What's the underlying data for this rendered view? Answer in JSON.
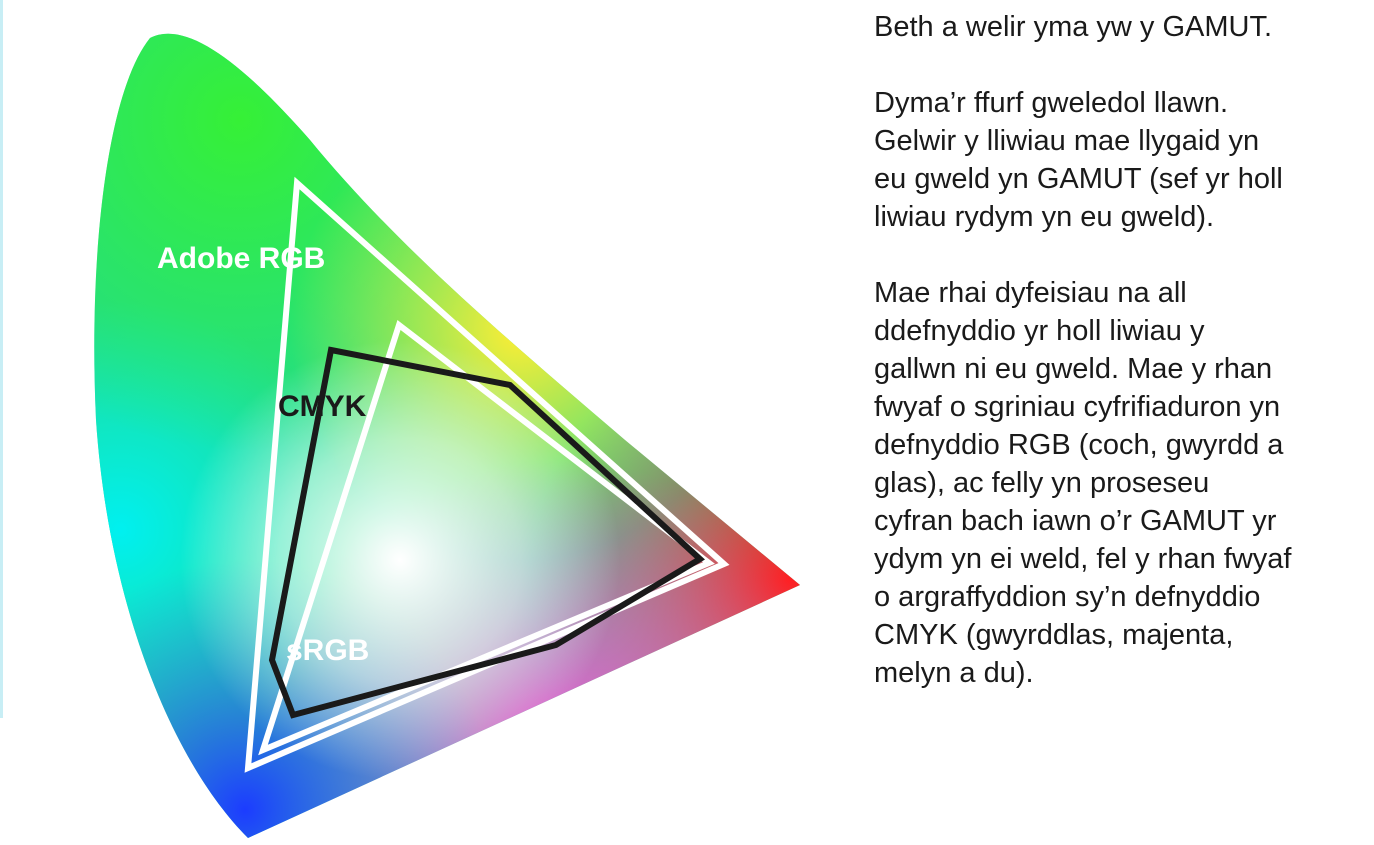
{
  "colors": {
    "adobe_rgb_outline": "#ffffff",
    "srgb_outline": "#ffffff",
    "cmyk_outline": "#1a1a1a",
    "accent_line": "#c8eef5"
  },
  "labels": {
    "adobe_rgb": "Adobe RGB",
    "cmyk": "CMYK",
    "srgb": "sRGB"
  },
  "paragraphs": [
    "Beth a welir yma yw y GAMUT.",
    "Dyma’r ffurf gweledol llawn.\nGelwir y lliwiau mae llygaid yn\neu gweld yn GAMUT (sef yr holl\nliwiau rydym yn eu gweld).",
    "Mae rhai dyfeisiau na all\nddefnyddio yr holl  liwiau y\ngallwn ni eu gweld. Mae y rhan\nfwyaf o sgriniau cyfrifiaduron yn\ndefnyddio RGB (coch, gwyrdd a\nglas), ac felly yn proseseu\ncyfran bach iawn o’r GAMUT yr\nydym yn ei weld, fel y rhan fwyaf\no argraffyddion sy’n defnyddio\nCMYK (gwyrddlas, majenta,\nmelyn a du)."
  ]
}
